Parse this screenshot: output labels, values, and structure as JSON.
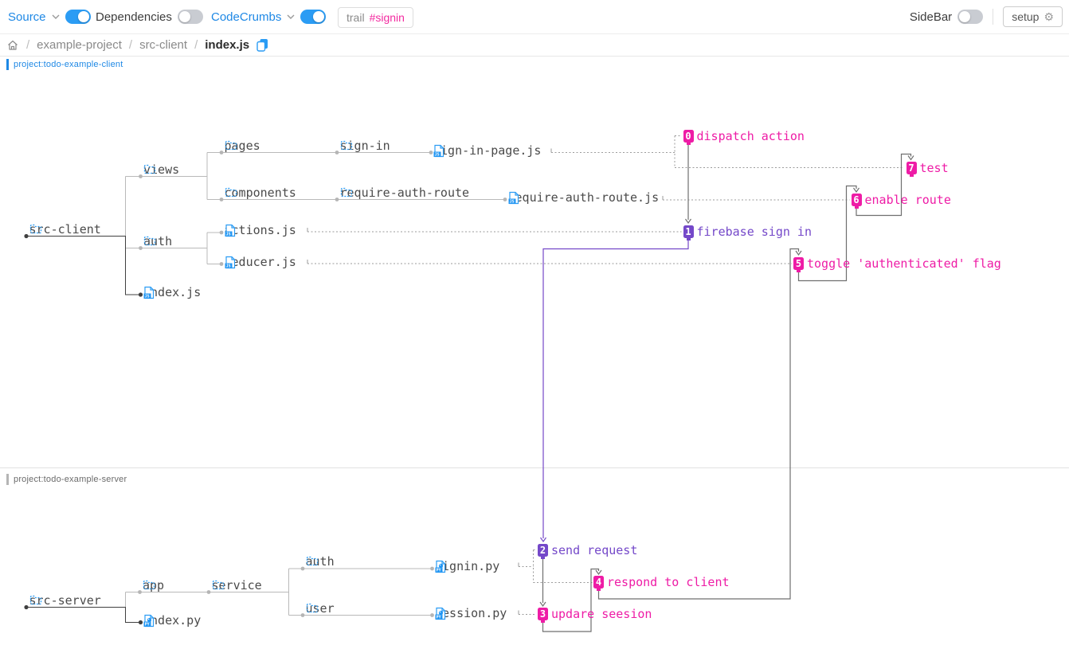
{
  "toolbar": {
    "source": {
      "label": "Source",
      "toggle": "on"
    },
    "dependencies": {
      "label": "Dependencies",
      "toggle": "off"
    },
    "codecrumbs": {
      "label": "CodeCrumbs",
      "toggle": "on"
    },
    "trail": {
      "prefix": "trail",
      "tag": "#signin"
    },
    "sidebar": {
      "label": "SideBar",
      "toggle": "off"
    },
    "setup_label": "setup"
  },
  "breadcrumb": {
    "items": [
      "example-project",
      "src-client",
      "index.js"
    ],
    "separator": "/"
  },
  "projects": {
    "client": {
      "label": "project:todo-example-client",
      "accent": "#1e88e5"
    },
    "server": {
      "label": "project:todo-example-server",
      "accent": "#9e9e9e",
      "text": "#6b6b6b"
    }
  },
  "tree_nodes": [
    {
      "id": "src-client",
      "label": "src-client",
      "type": "folder",
      "project": "client",
      "selected": true
    },
    {
      "id": "views",
      "label": "views",
      "type": "folder",
      "project": "client"
    },
    {
      "id": "pages",
      "label": "pages",
      "type": "folder",
      "project": "client"
    },
    {
      "id": "components",
      "label": "components",
      "type": "folder",
      "project": "client"
    },
    {
      "id": "sign-in",
      "label": "sign-in",
      "type": "folder",
      "project": "client"
    },
    {
      "id": "require-auth-route",
      "label": "require-auth-route",
      "type": "folder",
      "project": "client"
    },
    {
      "id": "sign-in-page-js",
      "label": "sign-in-page.js",
      "type": "js",
      "project": "client"
    },
    {
      "id": "require-auth-route-js",
      "label": "require-auth-route.js",
      "type": "js",
      "project": "client"
    },
    {
      "id": "actions-js",
      "label": "actions.js",
      "type": "js",
      "project": "client"
    },
    {
      "id": "reducer-js",
      "label": "reducer.js",
      "type": "js",
      "project": "client"
    },
    {
      "id": "index-js",
      "label": "index.js",
      "type": "js",
      "project": "client",
      "selected": true
    },
    {
      "id": "src-server",
      "label": "src-server",
      "type": "folder",
      "project": "server",
      "selected": true
    },
    {
      "id": "app",
      "label": "app",
      "type": "folder",
      "project": "server"
    },
    {
      "id": "index-py",
      "label": "index.py",
      "type": "py",
      "project": "server",
      "selected": true
    },
    {
      "id": "service",
      "label": "service",
      "type": "folder",
      "project": "server"
    },
    {
      "id": "auth-server",
      "label": "auth",
      "type": "folder",
      "project": "server"
    },
    {
      "id": "user",
      "label": "user",
      "type": "folder",
      "project": "server"
    },
    {
      "id": "signin-py",
      "label": "signin.py",
      "type": "py",
      "project": "server"
    },
    {
      "id": "session-py",
      "label": "session.py",
      "type": "py",
      "project": "server"
    },
    {
      "id": "auth-client",
      "label": "auth",
      "type": "folder",
      "project": "client"
    }
  ],
  "codecrumbs": [
    {
      "n": "0",
      "label": "dispatch action",
      "color": "pink"
    },
    {
      "n": "1",
      "label": "firebase sign in",
      "color": "purple"
    },
    {
      "n": "2",
      "label": "send request",
      "color": "purple"
    },
    {
      "n": "3",
      "label": "updare seesion",
      "color": "pink"
    },
    {
      "n": "4",
      "label": "respond to client",
      "color": "pink"
    },
    {
      "n": "5",
      "label": "toggle 'authenticated' flag",
      "color": "pink"
    },
    {
      "n": "6",
      "label": "enable route",
      "color": "pink"
    },
    {
      "n": "7",
      "label": "test",
      "color": "pink"
    }
  ],
  "colors": {
    "accent_blue": "#2196f3",
    "pink": "#ee1ca6",
    "purple": "#7448c9",
    "tree_line": "#b9b9b9",
    "selected_line": "#404040",
    "flow_line": "#6f6f6f",
    "dotted_line": "#9b9b9b"
  }
}
